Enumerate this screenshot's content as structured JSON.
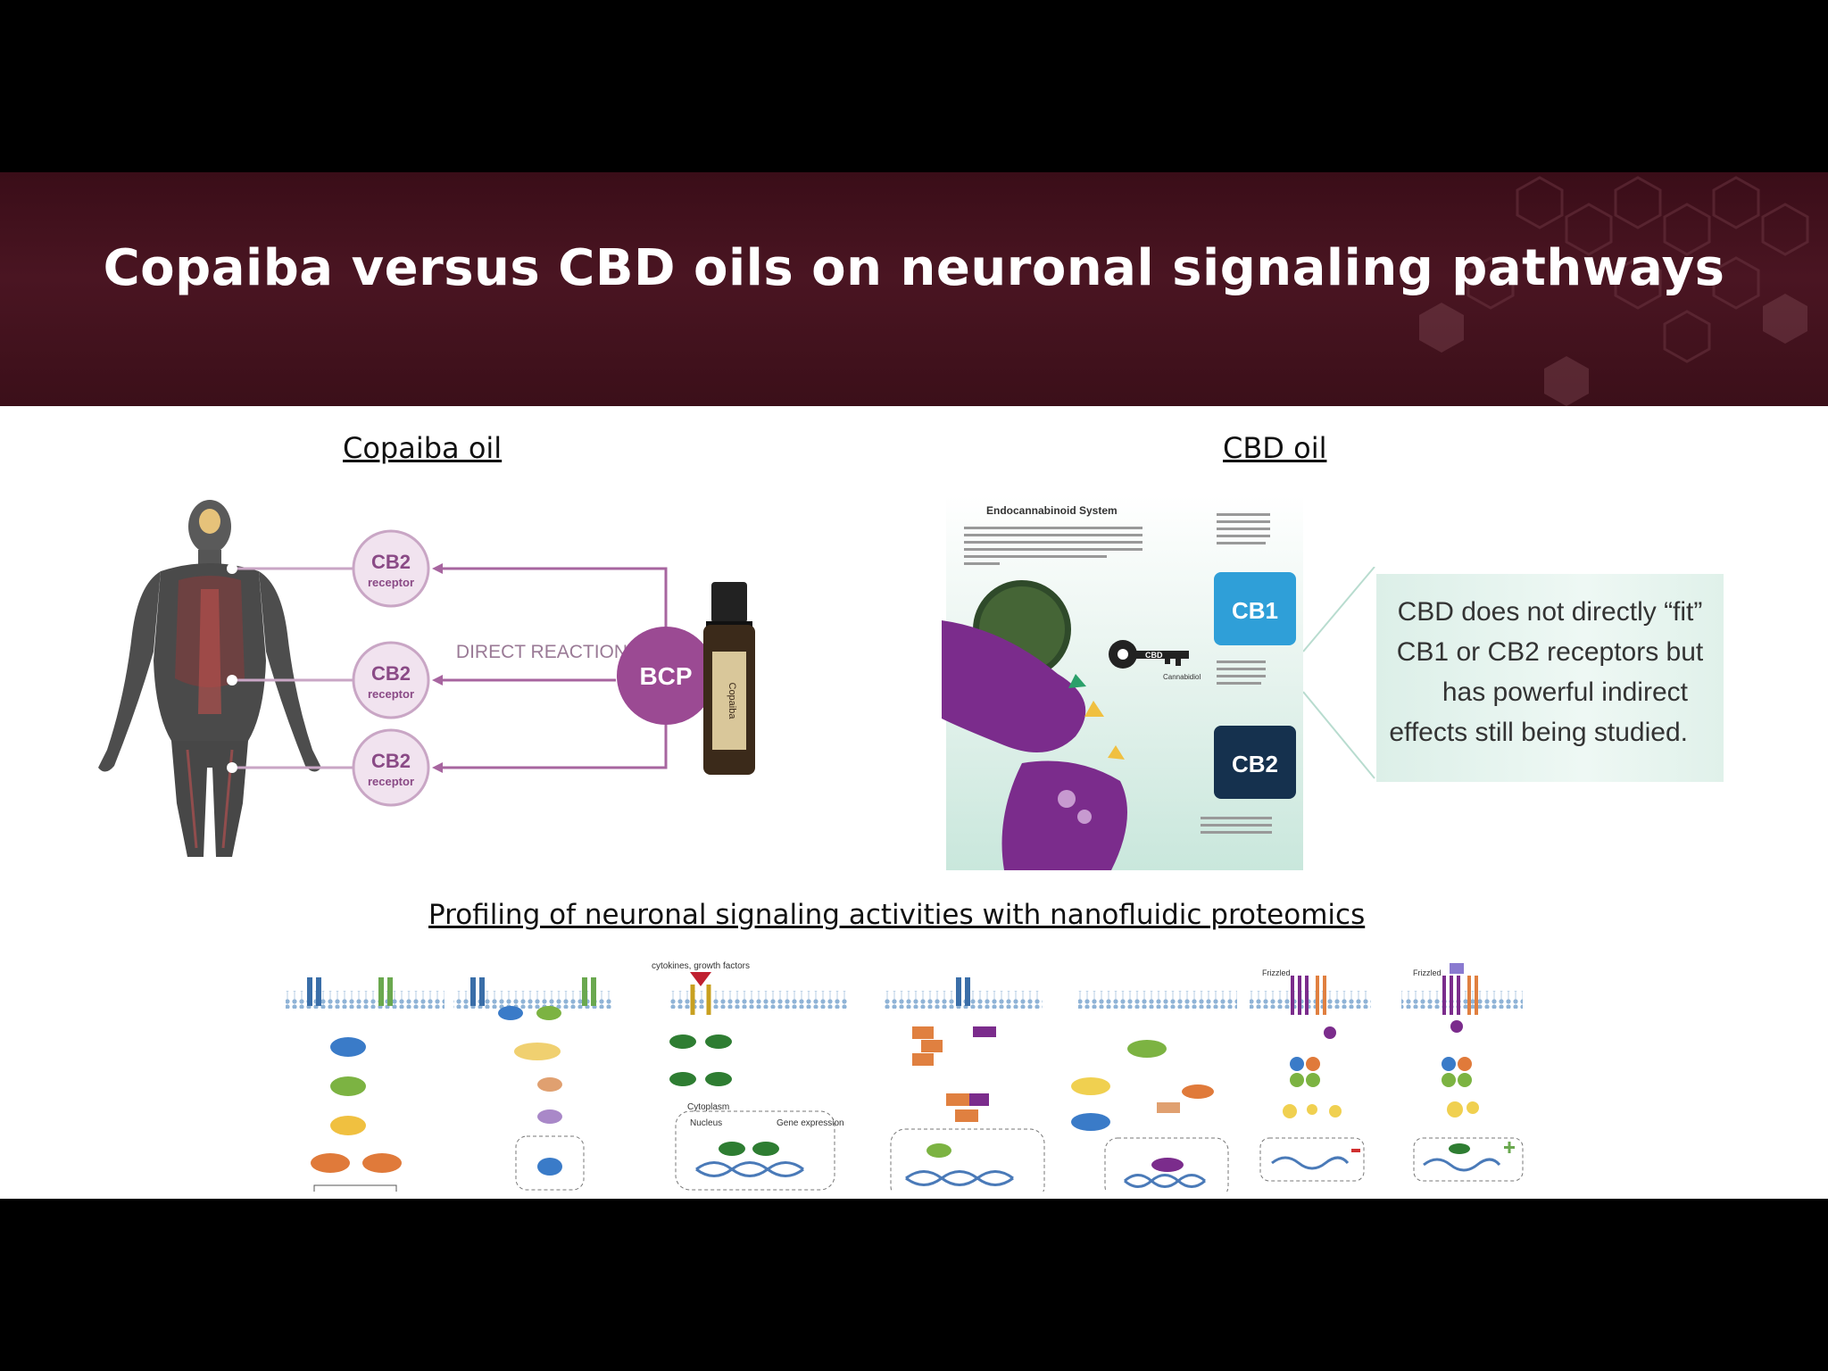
{
  "slide": {
    "title": "Copaiba versus CBD oils on neuronal signaling pathways"
  },
  "copaiba": {
    "heading": "Copaiba oil",
    "receptors": [
      {
        "name": "CB2",
        "sub": "receptor"
      },
      {
        "name": "CB2",
        "sub": "receptor"
      },
      {
        "name": "CB2",
        "sub": "receptor"
      }
    ],
    "reaction_label": "DIRECT REACTION",
    "compound": "BCP",
    "bottle_label": "Copaiba"
  },
  "cbd": {
    "heading": "CBD oil",
    "panel_title": "Endocannabinoid System",
    "cb1": "CB1",
    "cb2": "CB2",
    "key_label": "CBD",
    "key_caption": "Cannabidiol",
    "callout": [
      "CBD does not directly “fit”",
      "CB1 or CB2 receptors but",
      "has powerful indirect",
      "effects still being studied."
    ]
  },
  "profiling": {
    "heading": "Profiling of neuronal signaling activities with nanofluidic proteomics",
    "panels": [
      {
        "label": ""
      },
      {
        "label": ""
      },
      {
        "label": "cytokines, growth factors",
        "cytoplasm": "Cytoplasm",
        "nucleus": "Nucleus",
        "gene": "Gene expression"
      },
      {
        "label": ""
      },
      {
        "label": ""
      },
      {
        "label": "Frizzled"
      },
      {
        "label": "Frizzled"
      }
    ]
  },
  "colors": {
    "banner": "#4a1522",
    "receptor_fill": "#f1e3ef",
    "receptor_text": "#8a4a86",
    "bcp": "#9b4a93",
    "cb1": "#2f9fd8",
    "cb2": "#15314e",
    "callout_bg": "#e3f3ee",
    "synapse": "#7b2c8c"
  }
}
